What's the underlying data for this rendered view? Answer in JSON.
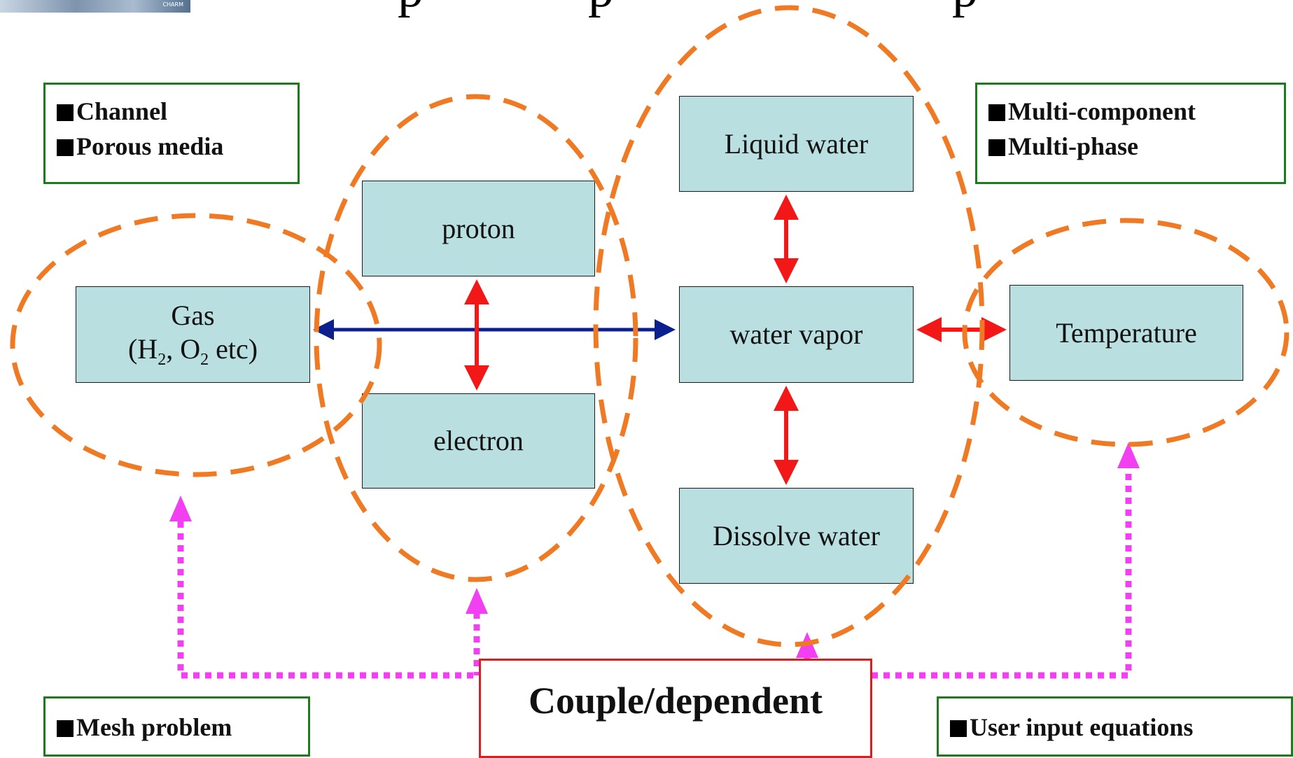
{
  "title_fragments": [
    "p",
    "p",
    "p"
  ],
  "logo": {
    "text": "CHARM"
  },
  "nodes": {
    "gas": {
      "line1": "Gas",
      "h": "(H",
      "h_sub": "2",
      "o": ", O",
      "o_sub": "2",
      "rest": " etc)"
    },
    "proton": "proton",
    "electron": "electron",
    "liquid_water": "Liquid water",
    "water_vapor": "water vapor",
    "dissolve_water": "Dissolve water",
    "temperature": "Temperature"
  },
  "notes": {
    "top_left": [
      "Channel",
      "Porous media"
    ],
    "top_right": [
      "Multi-component",
      "Multi-phase"
    ],
    "bottom_left": [
      "Mesh problem"
    ],
    "bottom_right": [
      "User input equations"
    ]
  },
  "couple_label": "Couple/dependent",
  "colors": {
    "box_fill": "#b9dfe1",
    "group_ellipse": "#f07a24",
    "red_arrow": "#f21818",
    "blue_arrow": "#0b1f8f",
    "magenta_connector": "#f23ff2",
    "note_border": "#1f7a1f",
    "couple_border": "#e31b1b"
  }
}
